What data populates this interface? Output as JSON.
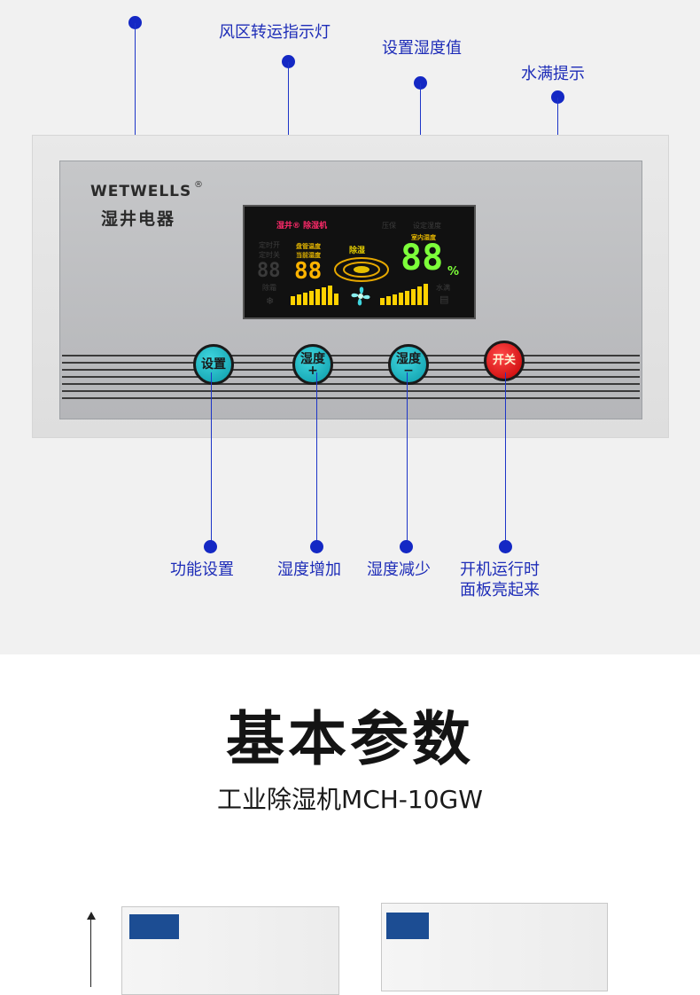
{
  "brand": {
    "name_en": "WETWELLS",
    "registered_mark": "®",
    "name_cn": "湿井电器"
  },
  "lcd": {
    "brand_line": "湿井® 除湿机",
    "label_pressure": "压保",
    "label_set_humidity": "设定湿度",
    "label_timer_on": "定时开",
    "label_timer_off": "定时关",
    "label_coil_temp": "盘管温度",
    "label_current_humidity": "当前湿度",
    "label_defrost": "除霜",
    "label_dehumidify": "除湿",
    "label_indoor_humidity": "室内湿度",
    "label_water_full": "水满",
    "timer_digits": "88",
    "temp_digits": "88",
    "humidity_digits": "88",
    "humidity_unit": "%"
  },
  "buttons": {
    "set_label": "设置",
    "up_label": "湿度",
    "up_symbol": "+",
    "down_label": "湿度",
    "down_symbol": "−",
    "power_label": "开关"
  },
  "callouts": {
    "fan_zone": "风区转运指示灯",
    "set_humidity": "设置湿度值",
    "water_full": "水满提示",
    "function_set": "功能设置",
    "humidity_up": "湿度增加",
    "humidity_down": "湿度减少",
    "power_line1": "开机运行时",
    "power_line2": "面板亮起来"
  },
  "section": {
    "title": "基本参数",
    "subtitle": "工业除湿机MCH-10GW"
  },
  "colors": {
    "callout_blue": "#1e2db8",
    "teal_button": "#18b3c0",
    "red_button": "#d81010",
    "lcd_yellow": "#ffd200",
    "lcd_green": "#7dff3a"
  }
}
